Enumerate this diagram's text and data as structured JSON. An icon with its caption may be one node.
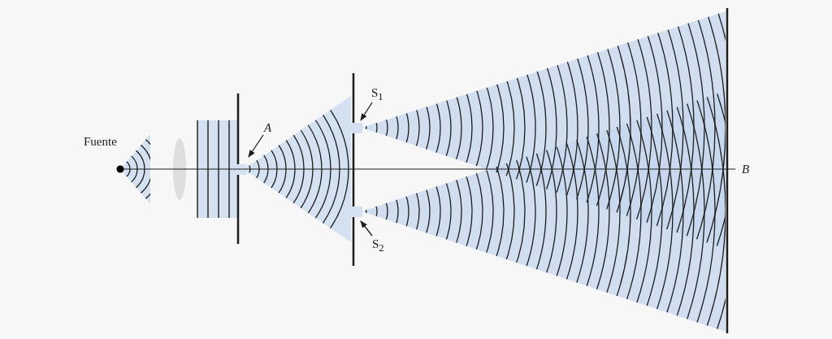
{
  "diagram": {
    "nodes": [
      {
        "text": [
          "A"
        ]
      },
      {
        "text": [
          "S$_{1}$"
        ]
      },
      {
        "text": [
          "S$_{2}$"
        ]
      }
    ],
    "edges": [
      {
        "from": 0,
        "to": null,
        "arrow": "to"
      },
      {
        "from": 1,
        "to": null,
        "arrow": "to"
      },
      {
        "from": 2,
        "to": null,
        "arrow": "to"
      }
    ],
    "labels": [
      "Fuente",
      "B"
    ]
  }
}
